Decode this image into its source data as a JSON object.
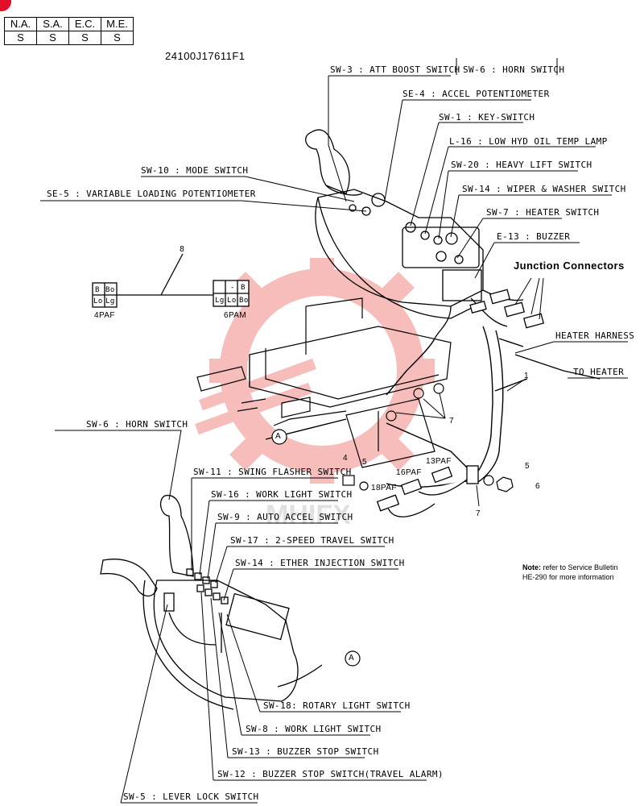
{
  "header": {
    "availability_headers": [
      "N.A.",
      "S.A.",
      "E.C.",
      "M.E."
    ],
    "availability_values": [
      "S",
      "S",
      "S",
      "S"
    ],
    "part_number": "24100J17611F1"
  },
  "labels": {
    "sw3": "SW-3 : ATT BOOST SWITCH",
    "sw6_top": "SW-6 : HORN SWITCH",
    "se4": "SE-4 : ACCEL POTENTIOMETER",
    "sw1": "SW-1 : KEY-SWITCH",
    "l16": "L-16 : LOW HYD OIL TEMP LAMP",
    "sw10": "SW-10 :  MODE SWITCH",
    "sw20": "SW-20 : HEAVY LIFT SWITCH",
    "se5": "SE-5 : VARIABLE LOADING POTENTIOMETER",
    "sw14_top": "SW-14 : WIPER & WASHER SWITCH",
    "sw7": "SW-7 : HEATER SWITCH",
    "e13": "E-13 : BUZZER",
    "junction": "Junction Connectors",
    "heater_harness": "HEATER HARNESS",
    "to_heater": "TO HEATER",
    "sw6_left": "SW-6 : HORN SWITCH",
    "sw11": "SW-11 : SWING FLASHER SWITCH",
    "sw16": "SW-16 : WORK LIGHT SWITCH",
    "sw9": "SW-9 : AUTO ACCEL SWITCH",
    "sw17": "SW-17 : 2-SPEED TRAVEL SWITCH",
    "sw14_bottom": "SW-14 : ETHER INJECTION SWITCH",
    "sw18": "SW-18: ROTARY LIGHT SWITCH",
    "sw8": "SW-8 : WORK LIGHT SWITCH",
    "sw13": "SW-13 : BUZZER STOP SWITCH",
    "sw12": "SW-12 : BUZZER STOP SWITCH(TRAVEL ALARM)",
    "sw5": "SW-5 : LEVER LOCK SWITCH"
  },
  "connector_detail": {
    "callout": "8",
    "left_pins": [
      "B",
      "Bo",
      "Lo",
      "Lg"
    ],
    "right_pins": [
      "-",
      "B",
      "Lg",
      "Lo",
      "Bo"
    ],
    "left_name": "4PAF",
    "right_name": "6PAM"
  },
  "callouts": {
    "a_ref": "A",
    "n1": "1",
    "n4": "4",
    "n5a": "5",
    "n5b": "5",
    "n6": "6",
    "n7a": "7",
    "n7b": "7",
    "c18paf": "18PAF",
    "c16paf": "16PAF",
    "c13paf": "13PAF"
  },
  "note": {
    "prefix": "Note:",
    "line1": "refer to Service Bulletin",
    "line2": "HE-290 for more information"
  },
  "colors": {
    "corner_dot": "#e0102a",
    "watermark": "#e8463c",
    "ink": "#000000"
  }
}
